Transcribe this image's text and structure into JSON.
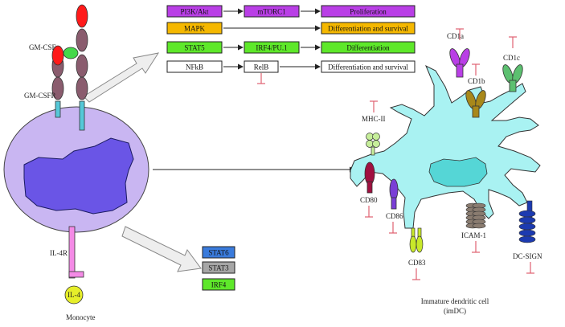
{
  "colors": {
    "purple": "#b93fe6",
    "orange": "#f5b800",
    "green": "#5ee82a",
    "blue": "#3a7bdc",
    "gray": "#a6a6a6",
    "cell_lavender": "#c9b6f2",
    "nucleus": "#6a55e6",
    "dc_body": "#a9f2f2",
    "inhibit": "#e06070"
  },
  "labels": {
    "gmcsf": "GM-CSF",
    "gmcsfr": "GM-CSFR",
    "il4r": "IL-4R",
    "il4": "IL-4",
    "monocyte": "Monocyte",
    "imdc_line1": "Immature dendritic cell",
    "imdc_line2": "(imDC)",
    "cd1a": "CD1a",
    "cd1b": "CD1b",
    "cd1c": "CD1c",
    "mhc2": "MHC-II",
    "cd80": "CD80",
    "cd86": "CD86",
    "cd83": "CD83",
    "icam1": "ICAM-1",
    "dcsign": "DC-SIGN"
  },
  "pathways": {
    "pi3k": "PI3K/Akt",
    "mtorc1": "mTORC1",
    "proliferation": "Proliferation",
    "mapk": "MAPK",
    "diff_survival": "Differentiation and survival",
    "stat5": "STAT5",
    "irf4pu1": "IRF4/PU.1",
    "differentiation": "Differentiation",
    "nfkb": "NFkB",
    "relb": "RelB",
    "diff_survival2": "Differentiation and survival"
  },
  "il4_targets": {
    "stat6": "STAT6",
    "stat3": "STAT3",
    "irf4": "IRF4"
  }
}
